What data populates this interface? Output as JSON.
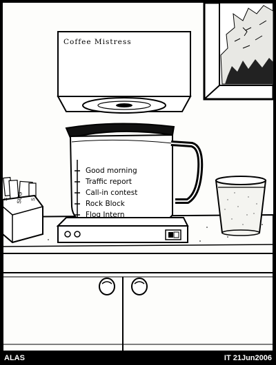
{
  "machine": {
    "label": "Coffee Mistress"
  },
  "carafe": {
    "levels": [
      "Good morning",
      "Traffic report",
      "Call-in contest",
      "Rock Block",
      "Flog Intern"
    ]
  },
  "sugar_packets": [
    "S",
    "SUG",
    "S"
  ],
  "footer": {
    "left": "ALAS",
    "right": "IT 21Jun2006"
  }
}
